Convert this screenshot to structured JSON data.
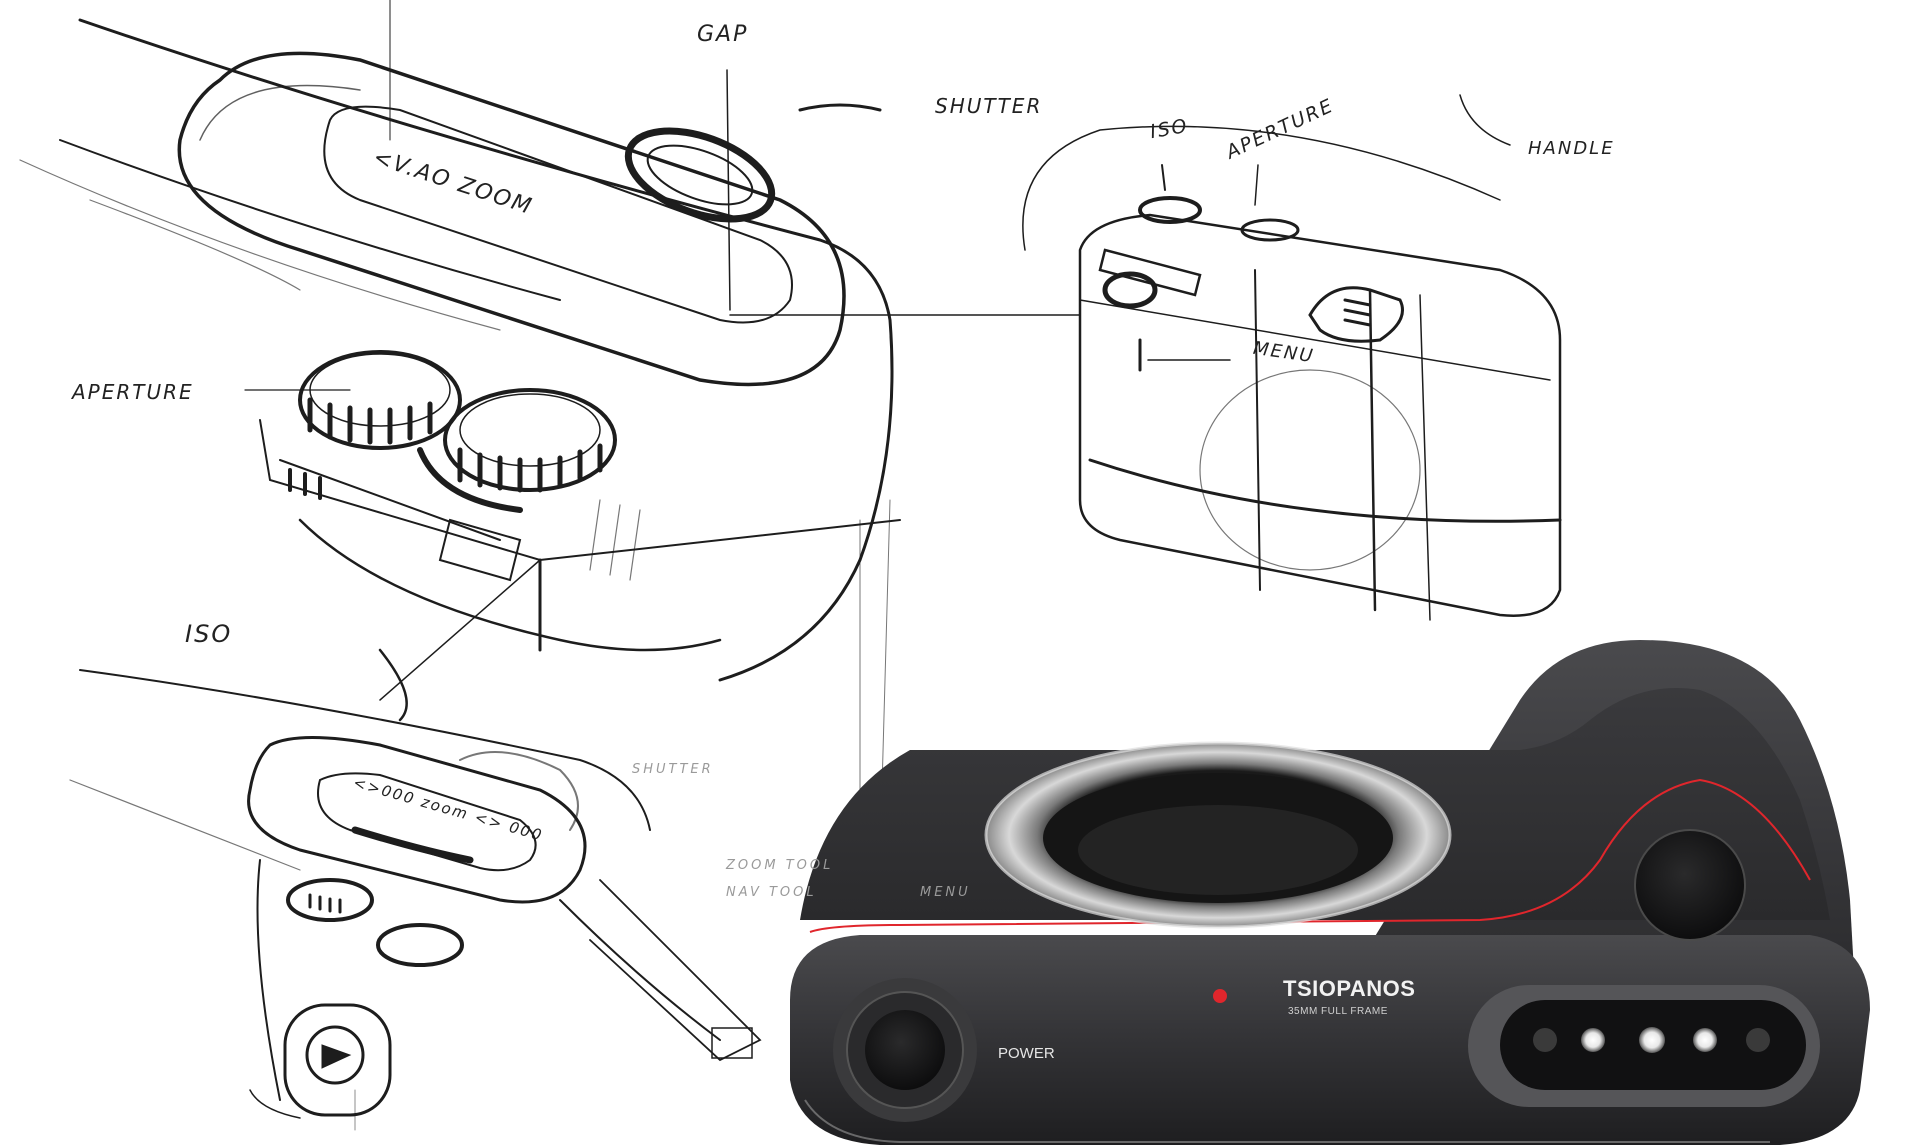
{
  "annotations": {
    "gap": "GAP",
    "shutter_top": "SHUTTER",
    "aperture_left": "APERTURE",
    "iso_top_right": "ISO",
    "aperture_top_right": "APERTURE",
    "handle": "HANDLE",
    "menu_right": "MENU",
    "iso_left": "ISO",
    "shutter_small": "SHUTTER",
    "zoom_tool": "ZOOM TOOL",
    "nav_tool": "NAV TOOL",
    "menu_small": "MENU",
    "dial_marks": "<>000  zoom  <> 000",
    "top_panel_text": "<V.AO  ZOOM"
  },
  "render": {
    "brand": "TSIOPANOS",
    "subtitle": "35MM FULL FRAME",
    "power_label": "POWER",
    "colors": {
      "body_dark": "#2f2f31",
      "body_mid": "#3d3d40",
      "accent_red": "#e0262c",
      "mount_silver": "#c9c9c9",
      "led_white": "#f4f4f4"
    },
    "leds_lit": [
      false,
      true,
      true,
      true,
      false
    ]
  }
}
